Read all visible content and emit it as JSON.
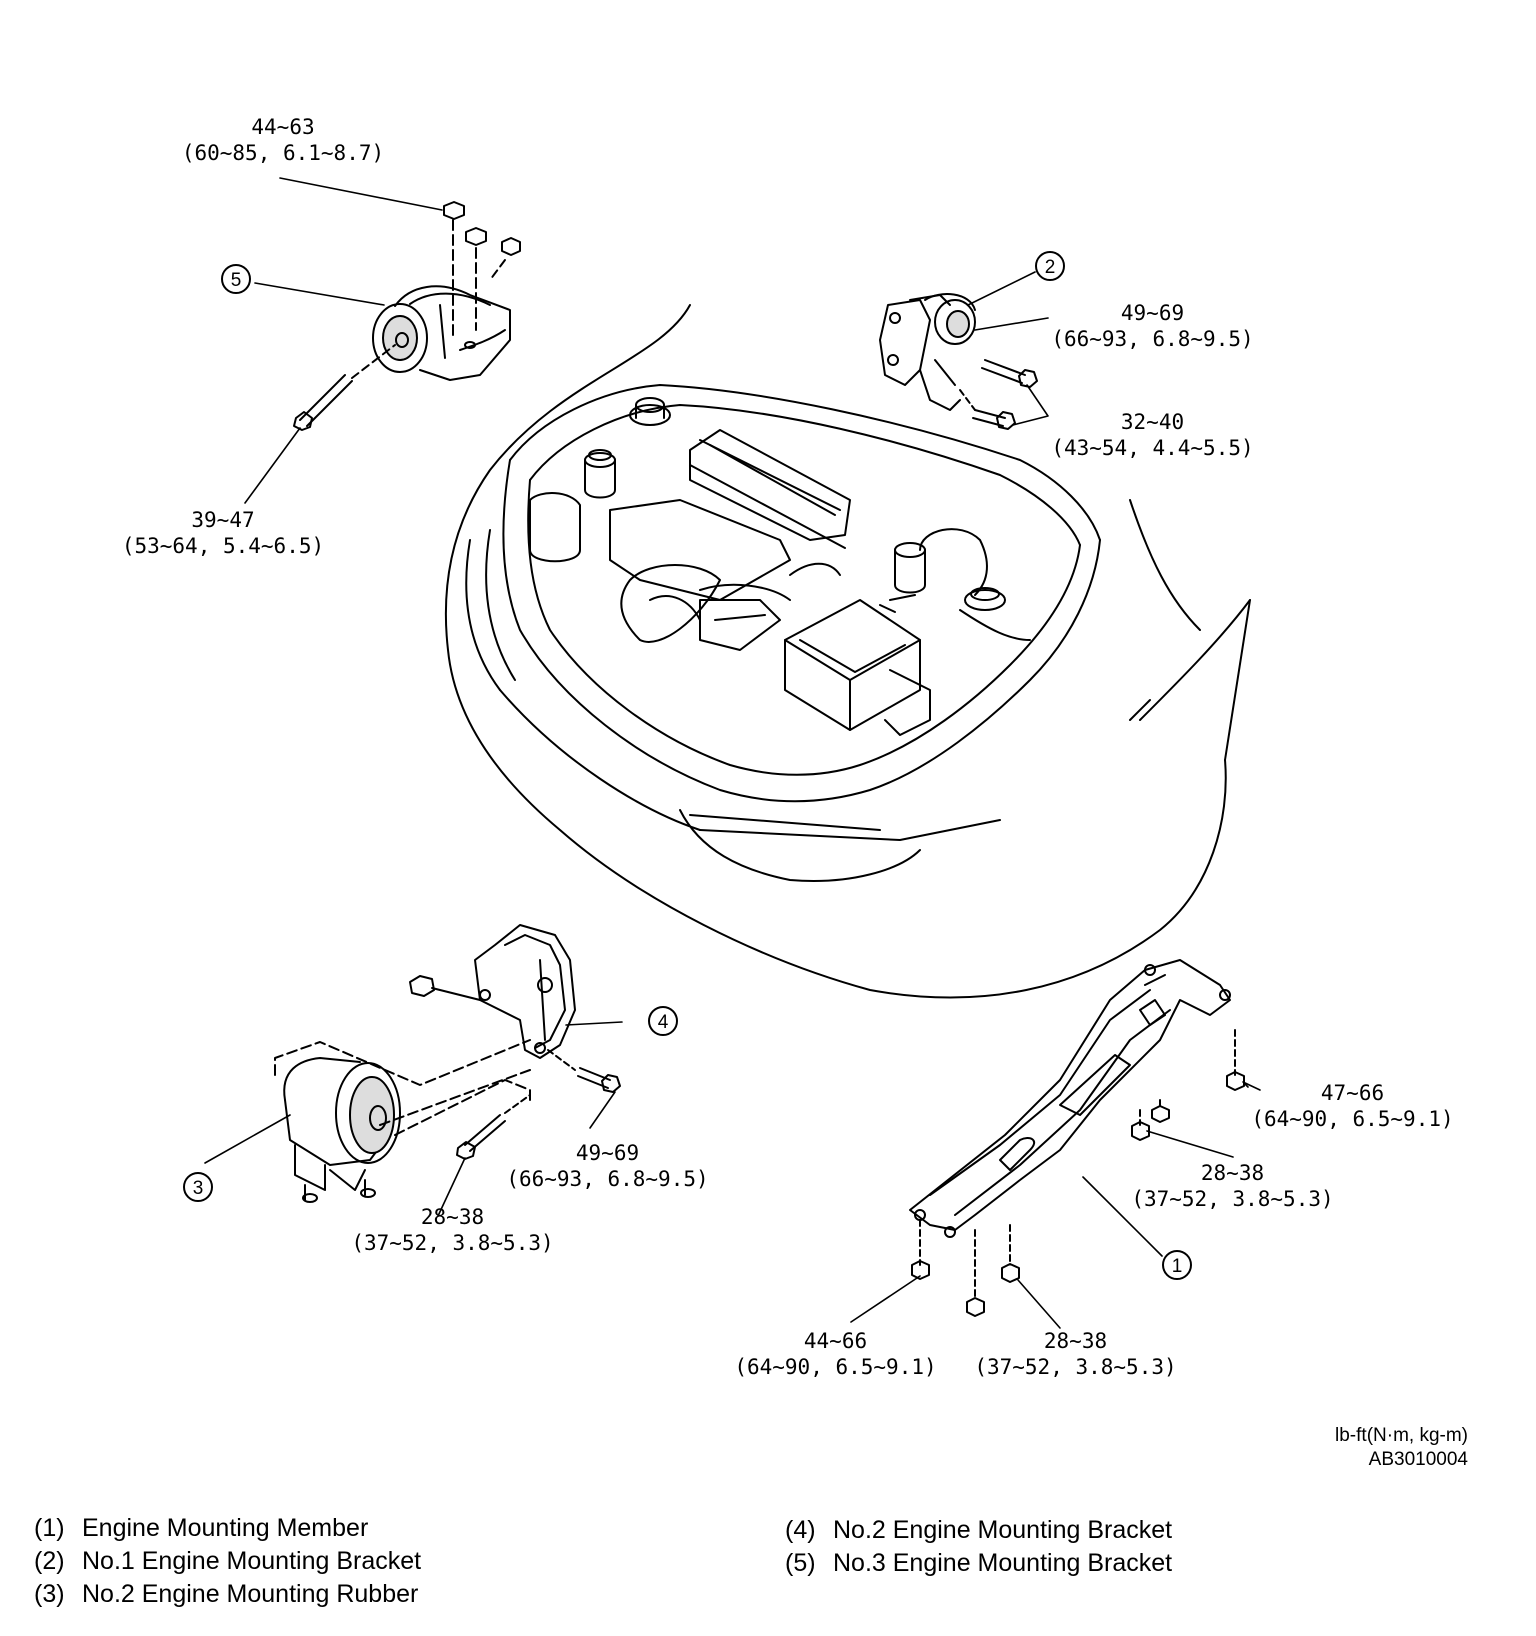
{
  "torque_specs": [
    {
      "id": "t5-nut",
      "line1": "44~63",
      "line2": "(60~85, 6.1~8.7)"
    },
    {
      "id": "t5-bolt",
      "line1": "39~47",
      "line2": "(53~64, 5.4~6.5)"
    },
    {
      "id": "t2-upper",
      "line1": "49~69",
      "line2": "(66~93, 6.8~9.5)"
    },
    {
      "id": "t2-lower",
      "line1": "32~40",
      "line2": "(43~54, 4.4~5.5)"
    },
    {
      "id": "t4-bolt",
      "line1": "49~69",
      "line2": "(66~93, 6.8~9.5)"
    },
    {
      "id": "t3-bolt",
      "line1": "28~38",
      "line2": "(37~52, 3.8~5.3)"
    },
    {
      "id": "t1-rear",
      "line1": "47~66",
      "line2": "(64~90, 6.5~9.1)"
    },
    {
      "id": "t1-mid",
      "line1": "28~38",
      "line2": "(37~52, 3.8~5.3)"
    },
    {
      "id": "t1-front-left",
      "line1": "44~66",
      "line2": "(64~90, 6.5~9.1)"
    },
    {
      "id": "t1-front-right",
      "line1": "28~38",
      "line2": "(37~52, 3.8~5.3)"
    }
  ],
  "callouts": {
    "c1": "1",
    "c2": "2",
    "c3": "3",
    "c4": "4",
    "c5": "5"
  },
  "units": {
    "label": "lb-ft(N·m, kg-m)",
    "code": "AB3010004"
  },
  "legend": [
    {
      "num": "(1)",
      "text": "Engine Mounting Member"
    },
    {
      "num": "(2)",
      "text": "No.1 Engine Mounting Bracket"
    },
    {
      "num": "(3)",
      "text": "No.2 Engine Mounting Rubber"
    },
    {
      "num": "(4)",
      "text": "No.2 Engine Mounting Bracket"
    },
    {
      "num": "(5)",
      "text": "No.3 Engine Mounting Bracket"
    }
  ]
}
